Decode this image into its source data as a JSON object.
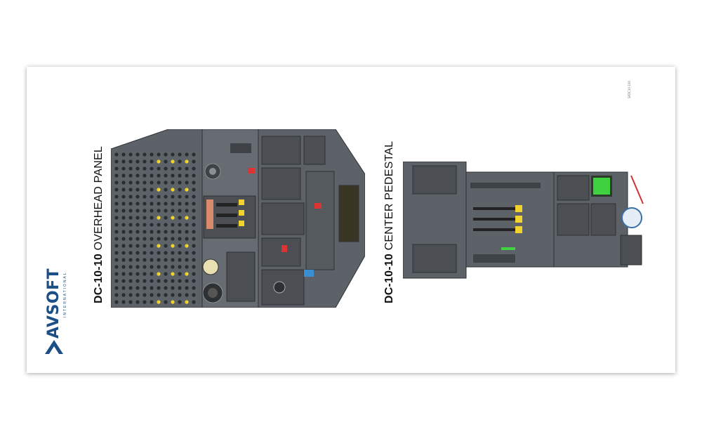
{
  "overhead": {
    "title_bold": "DC-10-10",
    "title_rest": " OVERHEAD PANEL"
  },
  "pedestal": {
    "title_bold": "DC-10-10",
    "title_rest": " CENTER PEDESTAL"
  },
  "logo": {
    "text": "AVSOFT",
    "subtext": "INTERNATIONAL"
  },
  "code": "SPDC10-100",
  "colors": {
    "panel": "#5d6268",
    "panel_dark": "#3f4347",
    "panel_light": "#8a8f94",
    "accent_yellow": "#f2d22e",
    "brand_blue": "#1c4f86",
    "display_green": "#3fd13f"
  }
}
